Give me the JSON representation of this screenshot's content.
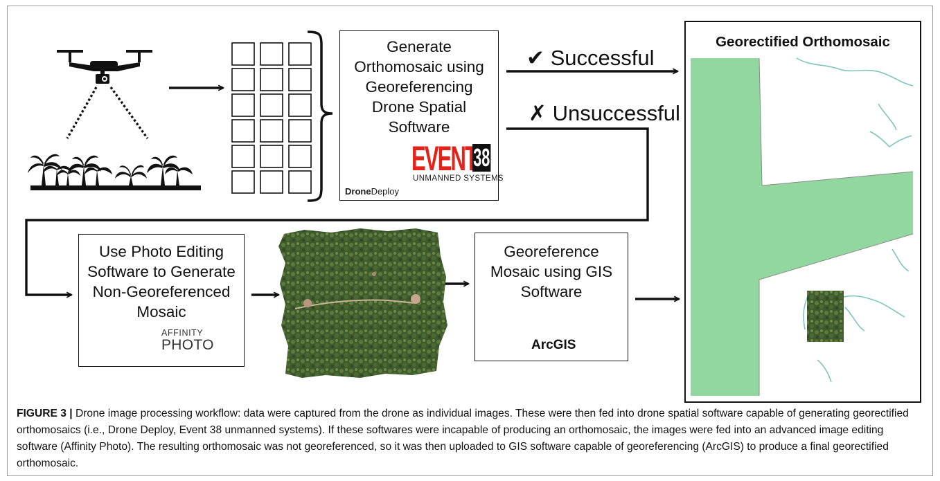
{
  "diagram": {
    "step_generate": "Generate\nOrthomosaic using\nGeoreferencing\nDrone Spatial\nSoftware",
    "outcome_success": "✔ Successful",
    "outcome_fail": "✗ Unsuccessful",
    "result_title": "Georectified Orthomosaic",
    "step_photo": "Use Photo Editing\nSoftware to Generate\nNon-Georeferenced\nMosaic",
    "step_georef": "Georeference\nMosaic using GIS\nSoftware",
    "logos": {
      "dronedeploy_bold": "Drone",
      "dronedeploy_light": "Deploy",
      "event38_main": "EVENT",
      "event38_num": "38",
      "event38_sub": "UNMANNED SYSTEMS",
      "affinity_top": "AFFINITY",
      "affinity_bottom": "PHOTO",
      "arcgis": "ArcGIS"
    },
    "colors": {
      "polygon_fill": "#92d7a0",
      "stream": "#7fc6b7",
      "event38_red": "#e2231a",
      "dronedeploy_blue": "#1a8fd6",
      "affinity_purple": "#7b2fa6"
    }
  },
  "caption": {
    "label": "FIGURE 3 |",
    "text": " Drone image processing workflow: data were captured from the drone as individual images. These were then fed into drone spatial software capable of generating georectified orthomosaics (i.e., Drone Deploy, Event 38 unmanned systems). If these softwares were incapable of producing an orthomosaic, the images were fed into an advanced image editing software (Affinity Photo). The resulting orthomosaic was not georeferenced, so it was then uploaded to GIS software capable of georeferencing (ArcGIS) to produce a final georectified orthomosaic."
  }
}
